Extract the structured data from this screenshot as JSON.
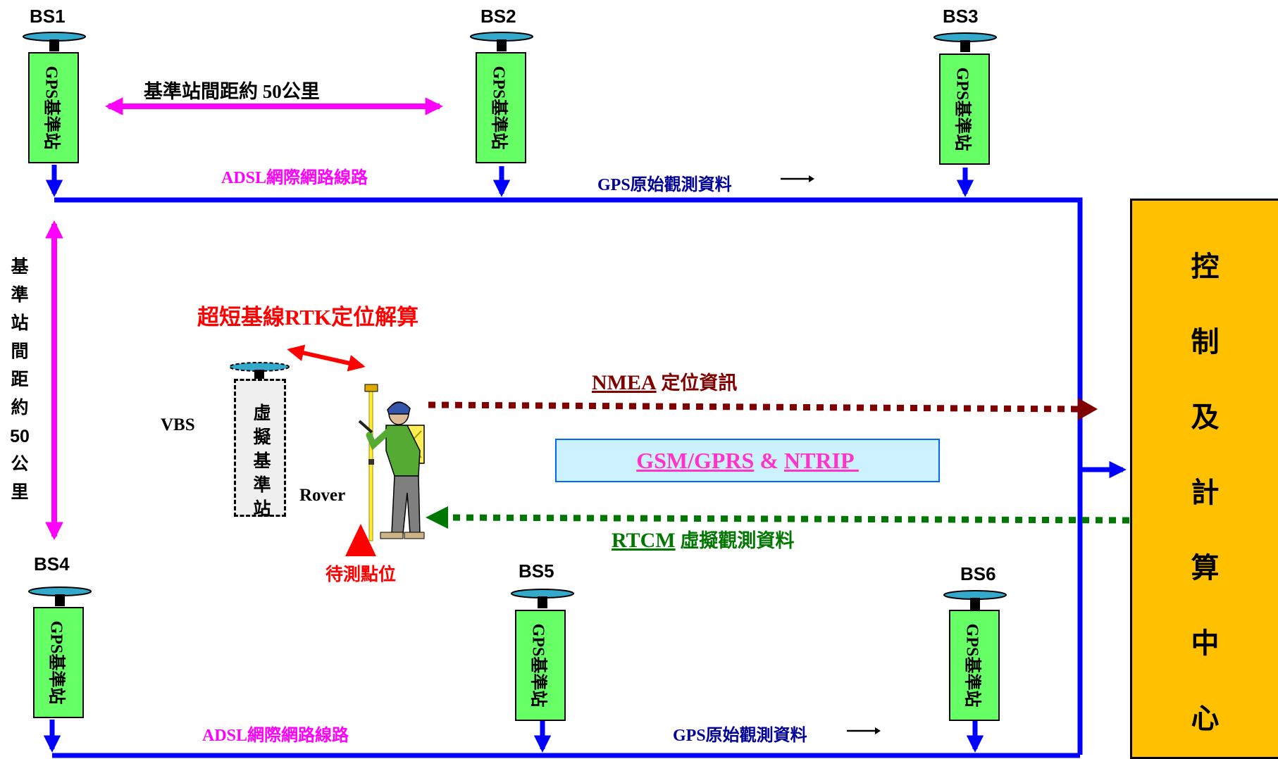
{
  "stations": [
    {
      "id": "BS1",
      "label": "BS1",
      "body": "GPS基準站"
    },
    {
      "id": "BS2",
      "label": "BS2",
      "body": "GPS基準站"
    },
    {
      "id": "BS3",
      "label": "BS3",
      "body": "GPS基準站"
    },
    {
      "id": "BS4",
      "label": "BS4",
      "body": "GPS基準站"
    },
    {
      "id": "BS5",
      "label": "BS5",
      "body": "GPS基準站"
    },
    {
      "id": "BS6",
      "label": "BS6",
      "body": "GPS基準站"
    }
  ],
  "labels": {
    "spacing_horizontal": "基準站間距約 50公里",
    "spacing_vertical": [
      "基",
      "準",
      "站",
      "間",
      "距",
      "約",
      "50",
      "公",
      "里"
    ],
    "adsl_top": "ADSL網際網路線路",
    "adsl_bottom": "ADSL網際網路線路",
    "gps_raw_top": "GPS原始觀測資料",
    "gps_raw_bottom": "GPS原始觀測資料",
    "arrow_glyph": "→",
    "rtk_title": "超短基線RTK定位解算",
    "vbs": "VBS",
    "virtual_station": [
      "虛",
      "擬",
      "基",
      "準",
      "站"
    ],
    "rover": "Rover",
    "target_point": "待測點位",
    "nmea_head": "NMEA",
    "nmea_tail": " 定位資訊",
    "gsm": "GSM/GPRS",
    "gsm_amp": " & ",
    "ntrip": "NTRIP ",
    "rtcm_head": "RTCM",
    "rtcm_tail": " 虛擬觀測資料",
    "control_center": [
      "控",
      "制",
      "及",
      "計",
      "算",
      "中",
      "心"
    ]
  },
  "colors": {
    "network_line": "#0000ff",
    "spacing_arrow": "#ff00ff",
    "adsl_text": "#ff00ff",
    "gps_raw_text": "#000099",
    "rtk_red": "#ff0000",
    "nmea": "#800000",
    "rtcm": "#007700",
    "gsm_text": "#ff33cc",
    "control_fill": "#ffc000",
    "station_fill": "#66ff66"
  }
}
